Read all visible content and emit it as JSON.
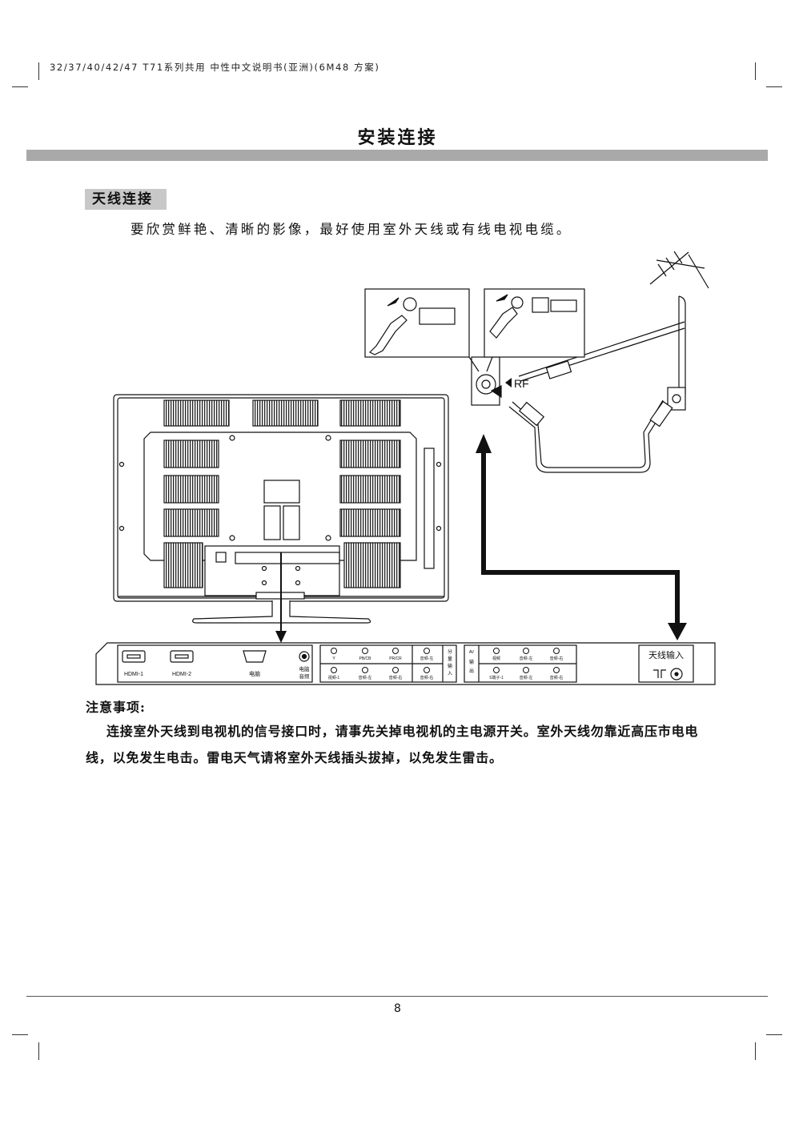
{
  "header": {
    "text": "32/37/40/42/47 T71系列共用 中性中文说明书(亚洲)(6M48 方案)"
  },
  "page_title": "安装连接",
  "section": {
    "label": "天线连接",
    "intro": "要欣赏鲜艳、清晰的影像，最好使用室外天线或有线电视电缆。"
  },
  "diagram": {
    "rf_label": "RF",
    "panel": {
      "hdmi1": "HDMI-1",
      "hdmi2": "HDMI-2",
      "pc": "电脑",
      "pc_audio_1": "电脑",
      "pc_audio_2": "音频",
      "comp_top": [
        "Y",
        "PB/CB",
        "PR/CR",
        "音频-左"
      ],
      "comp_bottom": [
        "视频-1",
        "音频-左",
        "音频-右",
        "音频-右"
      ],
      "comp_group": [
        "分",
        "量",
        "输",
        "入"
      ],
      "av_label": [
        "AV",
        "输",
        "出"
      ],
      "av_top": [
        "视频",
        "音频-左",
        "音频-右"
      ],
      "av_bottom": [
        "S端子-1",
        "音频-左",
        "音频-右"
      ],
      "antenna_input": "天线输入"
    }
  },
  "notes": {
    "title": "注意事项:",
    "body": "连接室外天线到电视机的信号接口时，请事先关掉电视机的主电源开关。室外天线勿靠近高压市电电线，以免发生电击。雷电天气请将室外天线插头拔掉，以免发生雷击。"
  },
  "footer": {
    "page_number": "8"
  }
}
